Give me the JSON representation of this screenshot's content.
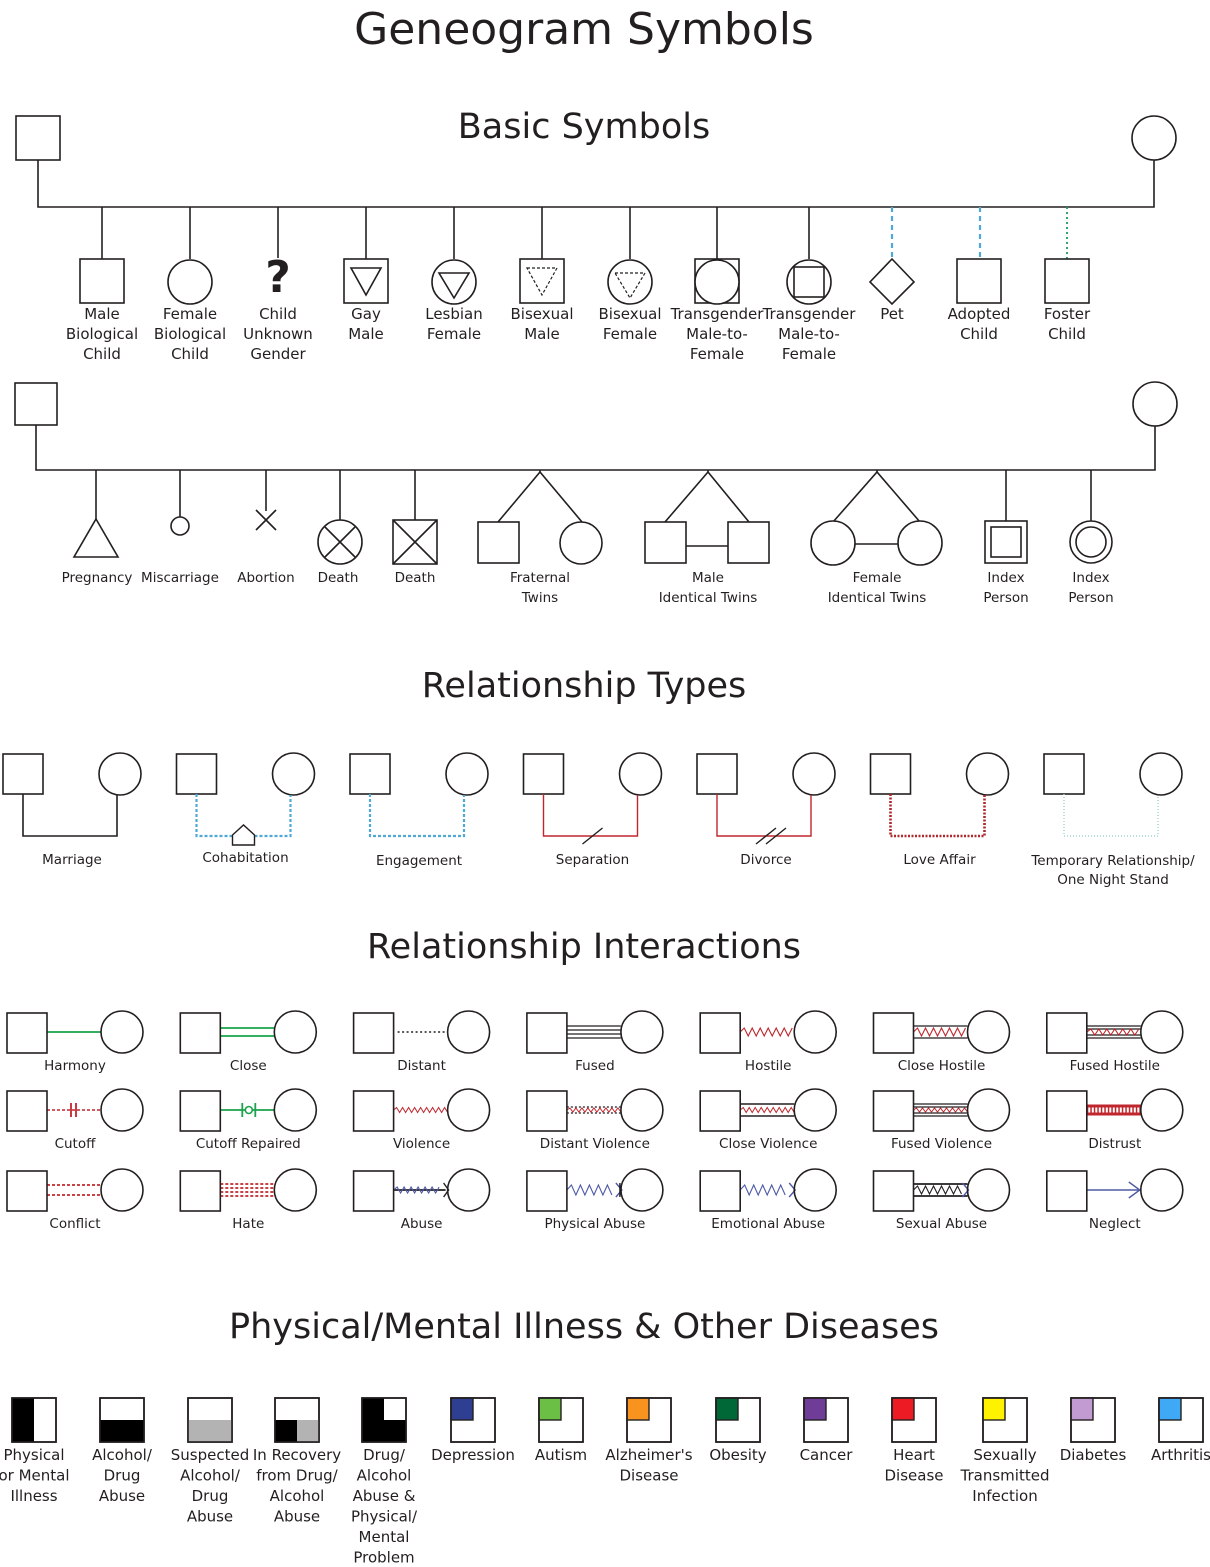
{
  "title": "Geneogram Symbols",
  "sections": {
    "basic": "Basic Symbols",
    "relationship_types": "Relationship Types",
    "interactions": "Relationship Interactions",
    "illness": "Physical/Mental Illness & Other Diseases"
  },
  "colors": {
    "ink": "#231f20",
    "adopted_line": "#4fa9d6",
    "foster_line": "#16a05a",
    "harmony_green": "#1aa34a",
    "conflict_red": "#c0272d",
    "abuse_blue": "#4f5aa6"
  },
  "row1": [
    {
      "label": [
        "Male",
        "Biological",
        "Child"
      ],
      "symbol": "square"
    },
    {
      "label": [
        "Female",
        "Biological",
        "Child"
      ],
      "symbol": "circle"
    },
    {
      "label": [
        "Child",
        "Unknown",
        "Gender"
      ],
      "symbol": "question",
      "glyph": "?"
    },
    {
      "label": [
        "Gay",
        "Male"
      ],
      "symbol": "square-triangle"
    },
    {
      "label": [
        "Lesbian",
        "Female"
      ],
      "symbol": "circle-triangle"
    },
    {
      "label": [
        "Bisexual",
        "Male"
      ],
      "symbol": "square-dashed-triangle"
    },
    {
      "label": [
        "Bisexual",
        "Female"
      ],
      "symbol": "circle-dashed-triangle"
    },
    {
      "label": [
        "Transgender",
        "Male-to-",
        "Female"
      ],
      "symbol": "square-in-circle"
    },
    {
      "label": [
        "Transgender",
        "Male-to-",
        "Female"
      ],
      "symbol": "circle-in-square"
    },
    {
      "label": [
        "Pet"
      ],
      "symbol": "diamond"
    },
    {
      "label": [
        "Adopted",
        "Child"
      ],
      "symbol": "square-adopted"
    },
    {
      "label": [
        "Foster",
        "Child"
      ],
      "symbol": "square-foster"
    }
  ],
  "row2": [
    {
      "label": [
        "Pregnancy"
      ],
      "symbol": "triangle"
    },
    {
      "label": [
        "Miscarriage"
      ],
      "symbol": "small-circle"
    },
    {
      "label": [
        "Abortion"
      ],
      "symbol": "x"
    },
    {
      "label": [
        "Death"
      ],
      "symbol": "circle-x"
    },
    {
      "label": [
        "Death"
      ],
      "symbol": "square-x"
    },
    {
      "label": [
        "Fraternal",
        "Twins"
      ],
      "symbol": "fraternal-twins"
    },
    {
      "label": [
        "Male",
        "Identical Twins"
      ],
      "symbol": "male-identical-twins"
    },
    {
      "label": [
        "Female",
        "Identical Twins"
      ],
      "symbol": "female-identical-twins"
    },
    {
      "label": [
        "Index",
        "Person"
      ],
      "symbol": "double-square"
    },
    {
      "label": [
        "Index",
        "Person"
      ],
      "symbol": "double-circle"
    }
  ],
  "relationship_types": [
    {
      "label": [
        "Marriage"
      ],
      "style": "solid",
      "color": "#231f20"
    },
    {
      "label": [
        "Cohabitation"
      ],
      "style": "dashed-house",
      "color": "#4fa9d6"
    },
    {
      "label": [
        "Engagement"
      ],
      "style": "dashed",
      "color": "#4fa9d6"
    },
    {
      "label": [
        "Separation"
      ],
      "style": "slash",
      "color": "#c0272d"
    },
    {
      "label": [
        "Divorce"
      ],
      "style": "double-slash",
      "color": "#c0272d"
    },
    {
      "label": [
        "Love Affair"
      ],
      "style": "dense-dash",
      "color": "#b0272d"
    },
    {
      "label": [
        "Temporary Relationship/",
        "One Night Stand"
      ],
      "style": "faint-dot",
      "color": "#9fd4d0"
    }
  ],
  "interactions": [
    {
      "label": "Harmony",
      "kind": "harmony"
    },
    {
      "label": "Close",
      "kind": "close"
    },
    {
      "label": "Distant",
      "kind": "distant"
    },
    {
      "label": "Fused",
      "kind": "fused"
    },
    {
      "label": "Hostile",
      "kind": "hostile"
    },
    {
      "label": "Close Hostile",
      "kind": "close-hostile"
    },
    {
      "label": "Fused Hostile",
      "kind": "fused-hostile"
    },
    {
      "label": "Cutoff",
      "kind": "cutoff"
    },
    {
      "label": "Cutoff Repaired",
      "kind": "cutoff-repaired"
    },
    {
      "label": "Violence",
      "kind": "violence"
    },
    {
      "label": "Distant Violence",
      "kind": "distant-violence"
    },
    {
      "label": "Close Violence",
      "kind": "close-violence"
    },
    {
      "label": "Fused Violence",
      "kind": "fused-violence"
    },
    {
      "label": "Distrust",
      "kind": "distrust"
    },
    {
      "label": "Conflict",
      "kind": "conflict"
    },
    {
      "label": "Hate",
      "kind": "hate"
    },
    {
      "label": "Abuse",
      "kind": "abuse"
    },
    {
      "label": "Physical Abuse",
      "kind": "physical-abuse"
    },
    {
      "label": "Emotional Abuse",
      "kind": "emotional-abuse"
    },
    {
      "label": "Sexual Abuse",
      "kind": "sexual-abuse"
    },
    {
      "label": "Neglect",
      "kind": "neglect"
    }
  ],
  "illnesses": [
    {
      "label": [
        "Physical",
        "or Mental",
        "Illness"
      ],
      "fill": "left-half",
      "color": "#000000"
    },
    {
      "label": [
        "Alcohol/",
        "Drug",
        "Abuse"
      ],
      "fill": "bottom-half",
      "color": "#000000"
    },
    {
      "label": [
        "Suspected",
        "Alcohol/",
        "Drug",
        "Abuse"
      ],
      "fill": "bottom-half",
      "color": "#b3b3b3"
    },
    {
      "label": [
        "In Recovery",
        "from Drug/",
        "Alcohol",
        "Abuse"
      ],
      "fill": "recovery",
      "color": "#000000"
    },
    {
      "label": [
        "Drug/",
        "Alcohol",
        "Abuse &",
        "Physical/",
        "Mental",
        "Problem"
      ],
      "fill": "three-quarter",
      "color": "#000000"
    },
    {
      "label": [
        "Depression"
      ],
      "fill": "corner",
      "color": "#2e3f92"
    },
    {
      "label": [
        "Autism"
      ],
      "fill": "corner",
      "color": "#6cbf45"
    },
    {
      "label": [
        "Alzheimer's",
        "Disease"
      ],
      "fill": "corner",
      "color": "#f7931e"
    },
    {
      "label": [
        "Obesity"
      ],
      "fill": "corner",
      "color": "#006837"
    },
    {
      "label": [
        "Cancer"
      ],
      "fill": "corner",
      "color": "#6f3d98"
    },
    {
      "label": [
        "Heart",
        "Disease"
      ],
      "fill": "corner",
      "color": "#ed1c24"
    },
    {
      "label": [
        "Sexually",
        "Transmitted",
        "Infection"
      ],
      "fill": "corner",
      "color": "#fff200"
    },
    {
      "label": [
        "Diabetes"
      ],
      "fill": "corner",
      "color": "#c39bd3"
    },
    {
      "label": [
        "Arthritis"
      ],
      "fill": "corner",
      "color": "#3fa9f5"
    }
  ]
}
